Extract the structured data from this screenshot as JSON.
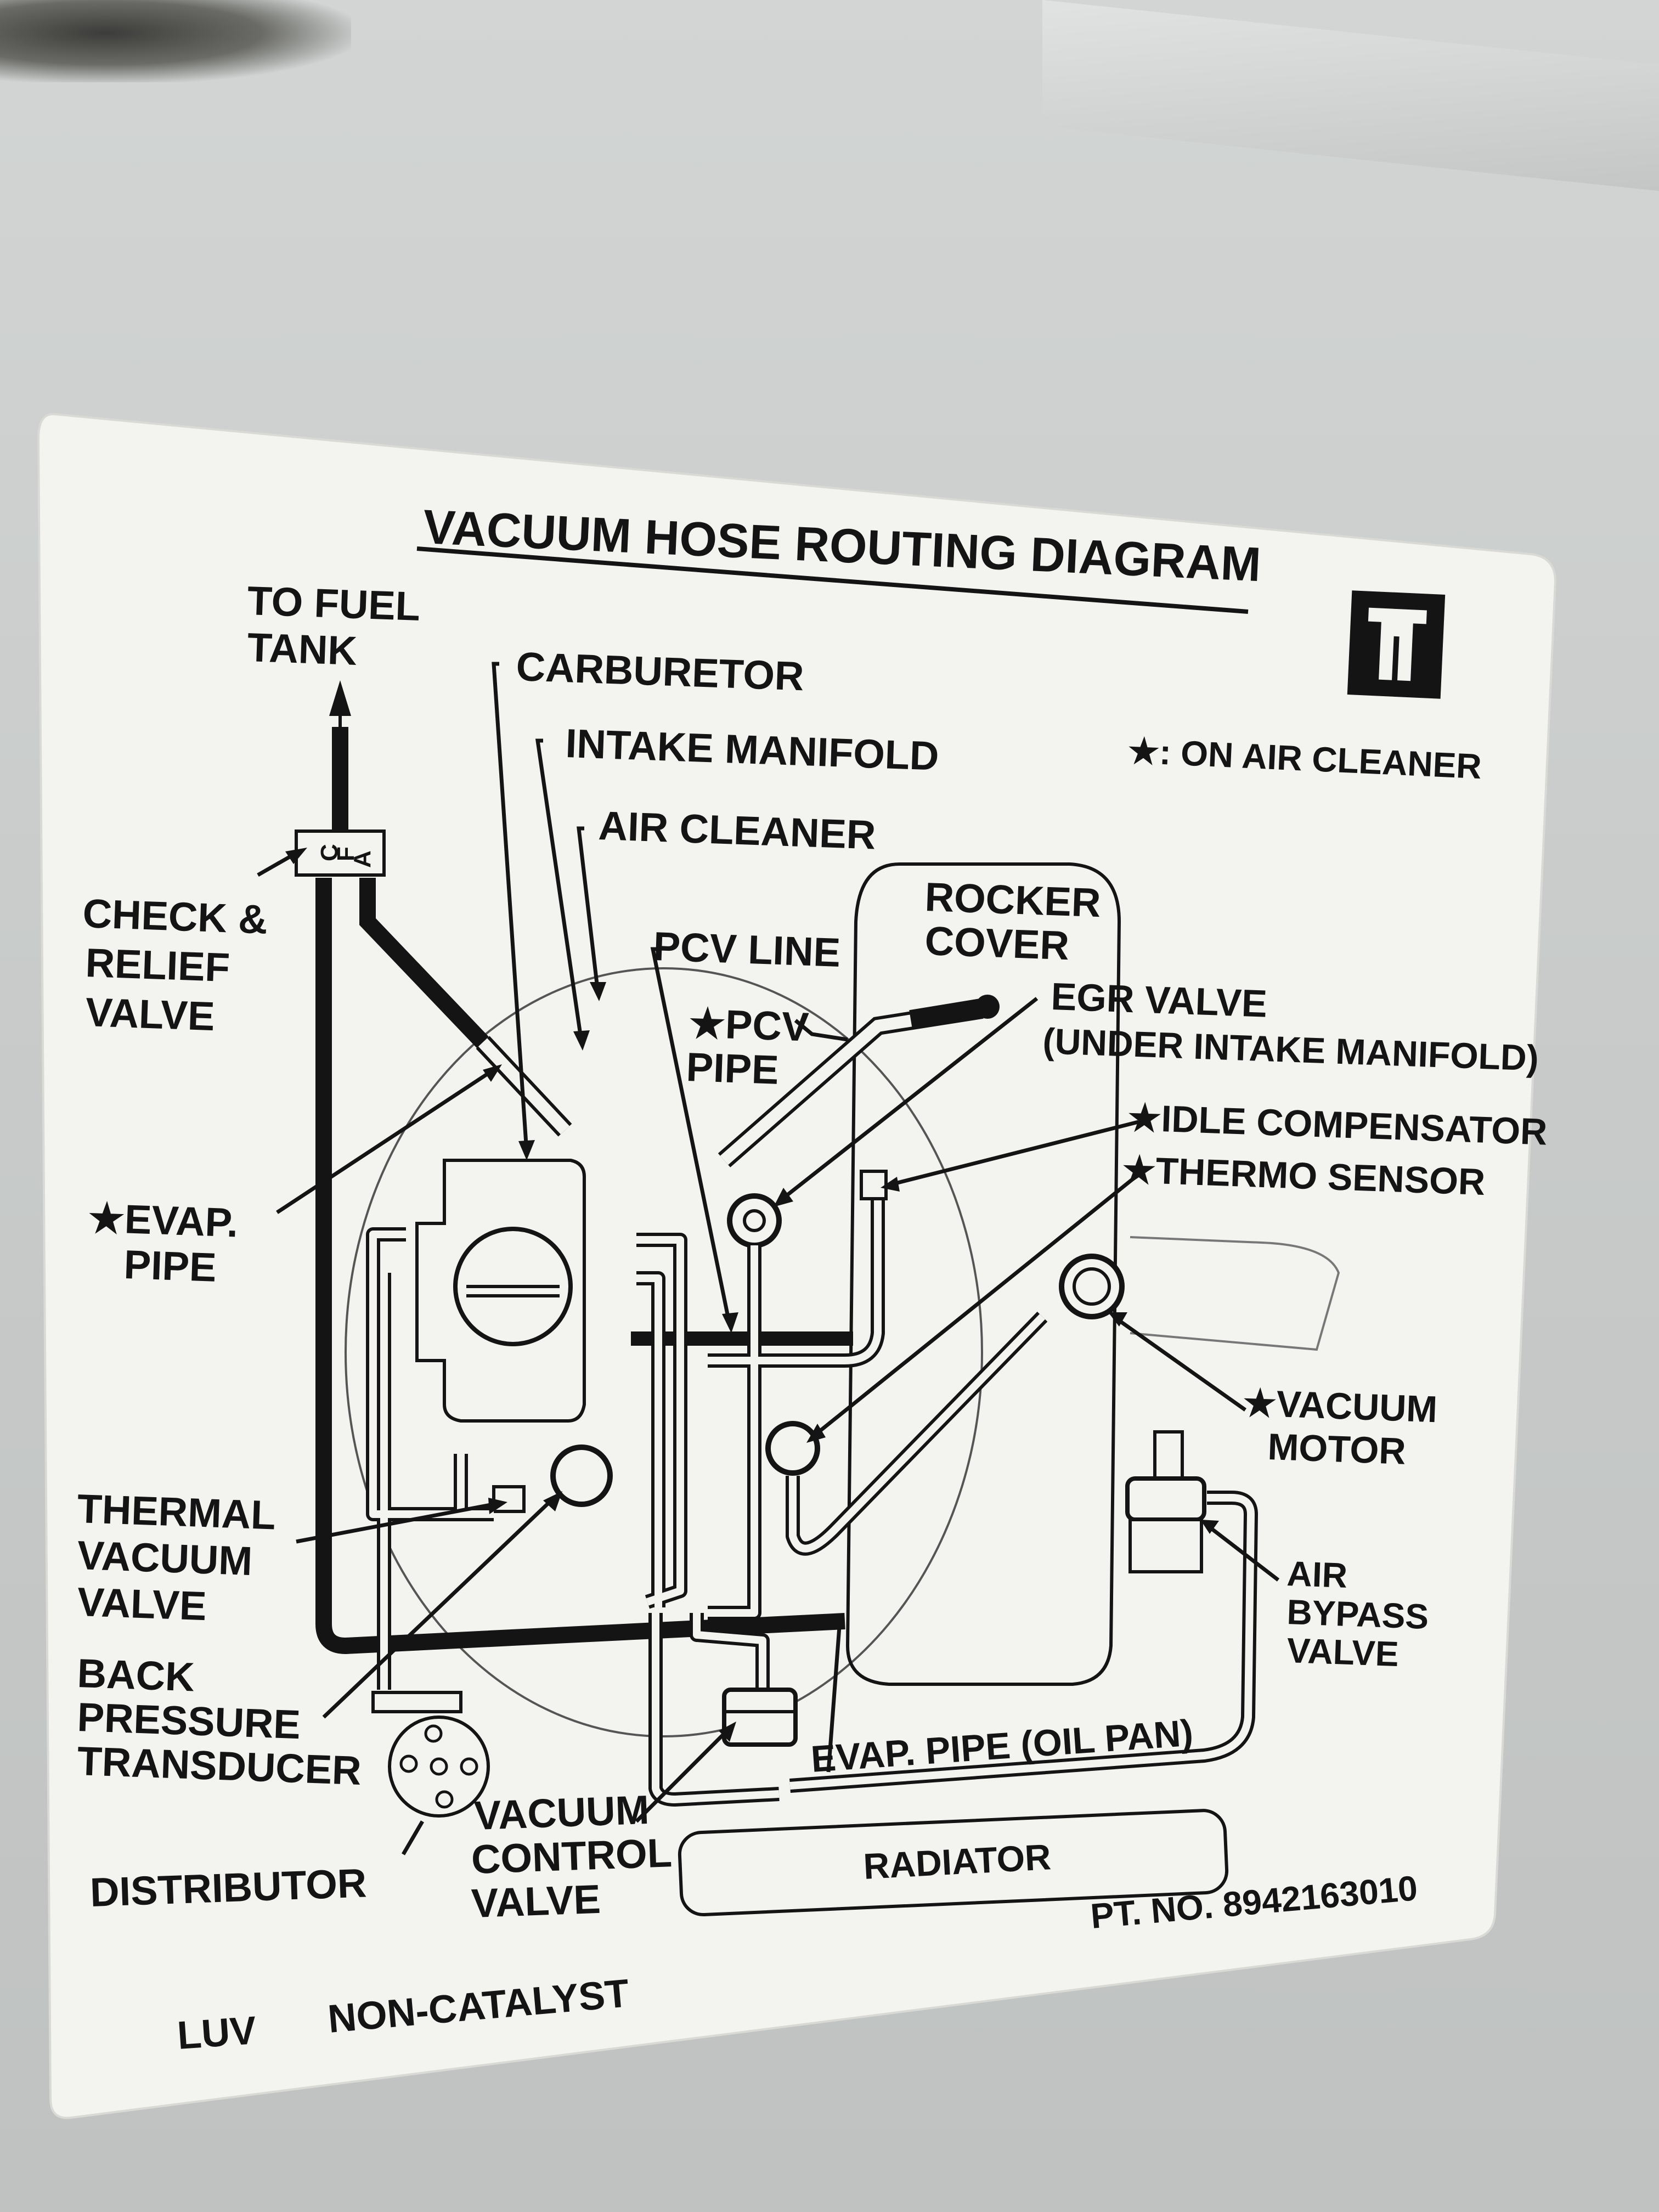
{
  "title": "VACUUM HOSE ROUTING DIAGRAM",
  "logo_icon": "isuzu-logo-icon",
  "legend_star": "★: ON AIR CLEANER",
  "labels": {
    "to_fuel_tank_1": "TO FUEL",
    "to_fuel_tank_2": "TANK",
    "carburetor": "CARBURETOR",
    "intake_manifold": "INTAKE MANIFOLD",
    "air_cleaner": "AIR CLEANER",
    "pcv_line": "PCV LINE",
    "pcv_pipe_1": "★PCV",
    "pcv_pipe_2": "PIPE",
    "rocker_cover_1": "ROCKER",
    "rocker_cover_2": "COVER",
    "egr_valve_1": "EGR VALVE",
    "egr_valve_2": "(UNDER INTAKE MANIFOLD)",
    "idle_compensator": "★IDLE COMPENSATOR",
    "thermo_sensor": "★THERMO SENSOR",
    "check_relief_1": "CHECK &",
    "check_relief_2": "RELIEF",
    "check_relief_3": "VALVE",
    "check_valve_letters": [
      "C",
      "F",
      "A"
    ],
    "evap_pipe_1": "★EVAP.",
    "evap_pipe_2": "PIPE",
    "vacuum_motor_1": "★VACUUM",
    "vacuum_motor_2": "MOTOR",
    "thermal_vacuum_1": "THERMAL",
    "thermal_vacuum_2": "VACUUM",
    "thermal_vacuum_3": "VALVE",
    "air_bypass_1": "AIR",
    "air_bypass_2": "BYPASS",
    "air_bypass_3": "VALVE",
    "back_pressure_1": "BACK",
    "back_pressure_2": "PRESSURE",
    "back_pressure_3": "TRANSDUCER",
    "evap_oil_pan": "EVAP. PIPE (OIL PAN)",
    "distributor": "DISTRIBUTOR",
    "vacuum_control_1": "VACUUM",
    "vacuum_control_2": "CONTROL",
    "vacuum_control_3": "VALVE",
    "radiator": "RADIATOR",
    "part_number": "PT. NO. 8942163010",
    "model": "LUV",
    "catalyst": "NON-CATALYST"
  },
  "colors": {
    "label_bg": "#f3f3f0",
    "ink": "#141414",
    "surface": "#c9cccb"
  }
}
